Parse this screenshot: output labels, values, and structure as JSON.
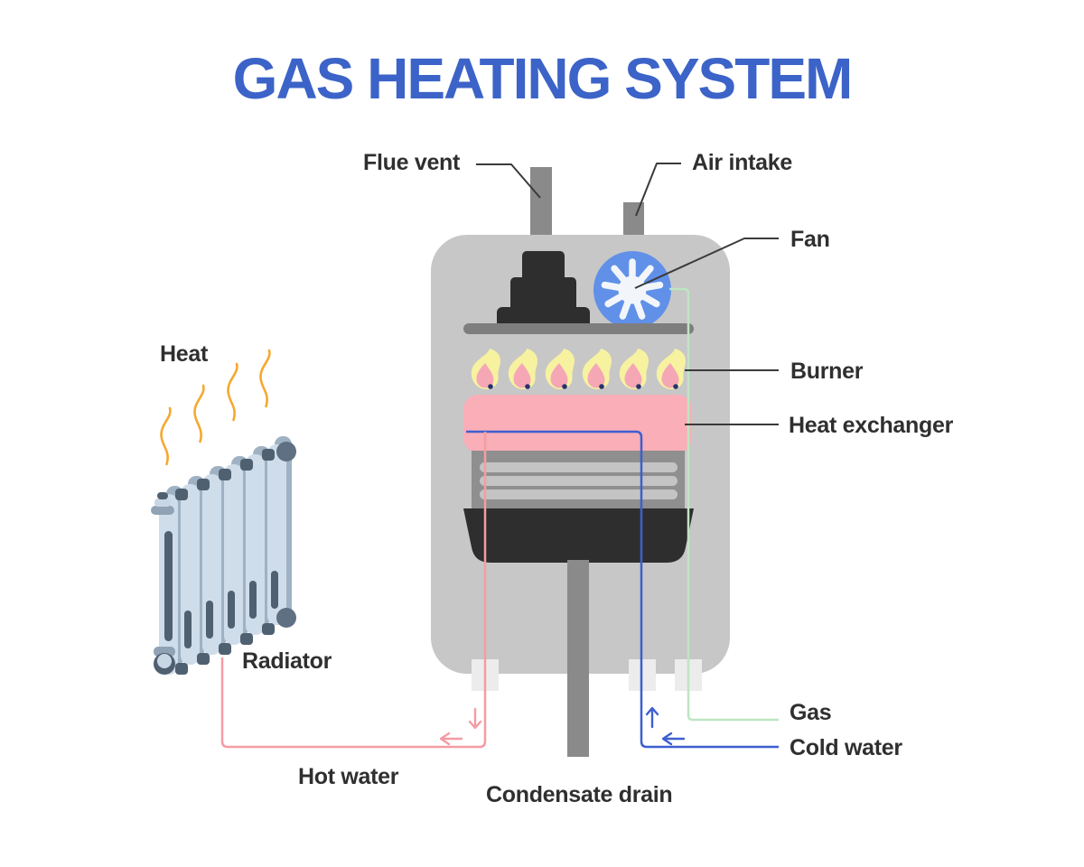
{
  "title": "GAS HEATING SYSTEM",
  "labels": {
    "flue_vent": "Flue vent",
    "air_intake": "Air intake",
    "fan": "Fan",
    "burner": "Burner",
    "heat_exchanger": "Heat exchanger",
    "gas": "Gas",
    "cold_water": "Cold water",
    "hot_water": "Hot water",
    "condensate_drain": "Condensate drain",
    "radiator": "Radiator",
    "heat": "Heat"
  },
  "icons": {
    "fan": "fan-icon",
    "flame": "flame-icon",
    "arrow_down": "arrow-down-icon",
    "arrow_up": "arrow-up-icon",
    "arrow_left": "arrow-left-icon"
  },
  "colors": {
    "title": "#3C63C8",
    "label_text": "#2F2F2F",
    "boiler_body": "#C7C7C7",
    "pipe_gray": "#8A8A8A",
    "dark_parts": "#2E2E2E",
    "fan_blue": "#6090E8",
    "flame_yellow": "#F7F2A0",
    "flame_pink": "#F5A7B5",
    "heat_exchanger_pink": "#F9AEB8",
    "hot_water_line": "#F59CA4",
    "cold_water_line": "#3D5FD0",
    "gas_line": "#BDE6C2",
    "heat_wave_orange": "#F5A830",
    "radiator_light": "#CFDCEA",
    "radiator_dark": "#4F6071"
  }
}
